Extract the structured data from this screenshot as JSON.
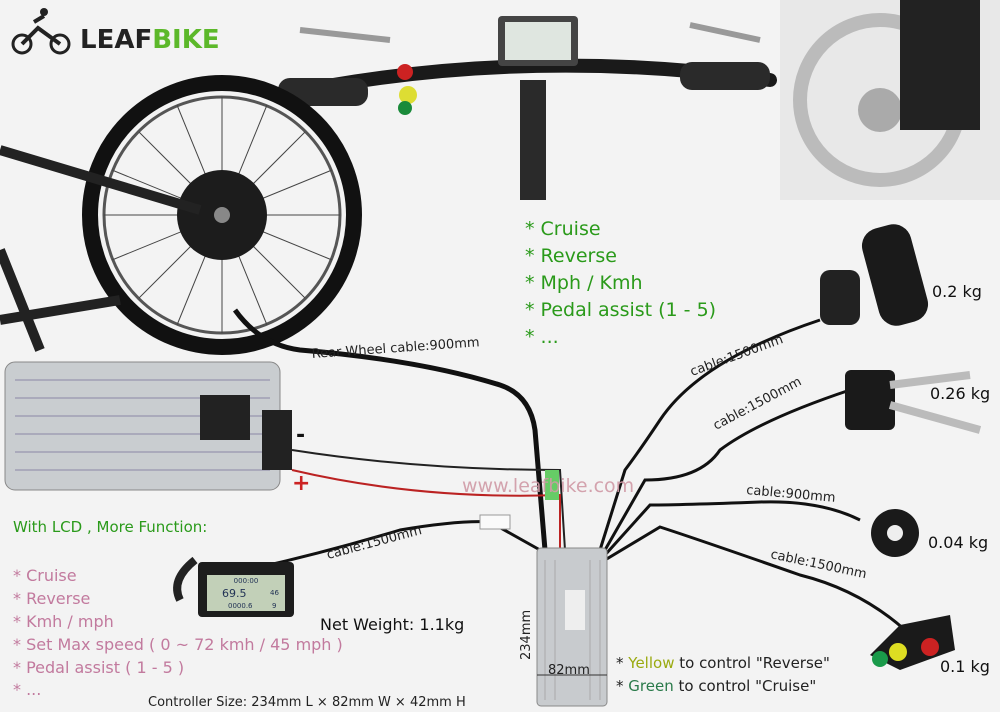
{
  "logo": {
    "text": "LEAFBIKE"
  },
  "watermark": "www.leafbike.com",
  "features_top": [
    "* Cruise",
    "* Reverse",
    "* Mph / Kmh",
    "* Pedal assist (1 - 5)",
    "* ..."
  ],
  "lcd_section": {
    "heading": "With LCD , More Function:",
    "items": [
      "* Cruise",
      "* Reverse",
      "* Kmh / mph",
      "* Set Max speed ( 0 ~ 72 kmh / 45 mph )",
      "* Pedal assist ( 1 - 5 )",
      "* ..."
    ],
    "display": {
      "time": "000:00",
      "speed": "69.5",
      "right_top": "46",
      "odometer": "0000.6",
      "level": "9"
    }
  },
  "cables": {
    "rear_wheel": "Rear Wheel cable:900mm",
    "throttle": "cable:1500mm",
    "brake": "cable:1500mm",
    "pas": "cable:900mm",
    "switch": "cable:1500mm",
    "lcd": "cable:1500mm"
  },
  "weights": {
    "throttle": "0.2 kg",
    "brake": "0.26 kg",
    "pas": "0.04 kg",
    "switch": "0.1 kg",
    "lcd": "Net Weight: 1.1kg"
  },
  "battery": {
    "minus": "-",
    "plus": "+"
  },
  "controller": {
    "length": "234mm",
    "width": "82mm",
    "size_text": "Controller Size: 234mm L × 82mm W × 42mm H"
  },
  "switch_notes": {
    "line1": {
      "prefix": "* ",
      "color_word": "Yellow",
      "rest": " to control \"Reverse\""
    },
    "line2": {
      "prefix": "* ",
      "color_word": "Green",
      "rest": " to control \"Cruise\""
    }
  },
  "colors": {
    "green_text": "#2a9a1a",
    "pink_text": "#c27a9e",
    "yellow_word": "#9aaa10",
    "green_word": "#2a7a4a",
    "logo_green": "#5cb82a"
  }
}
